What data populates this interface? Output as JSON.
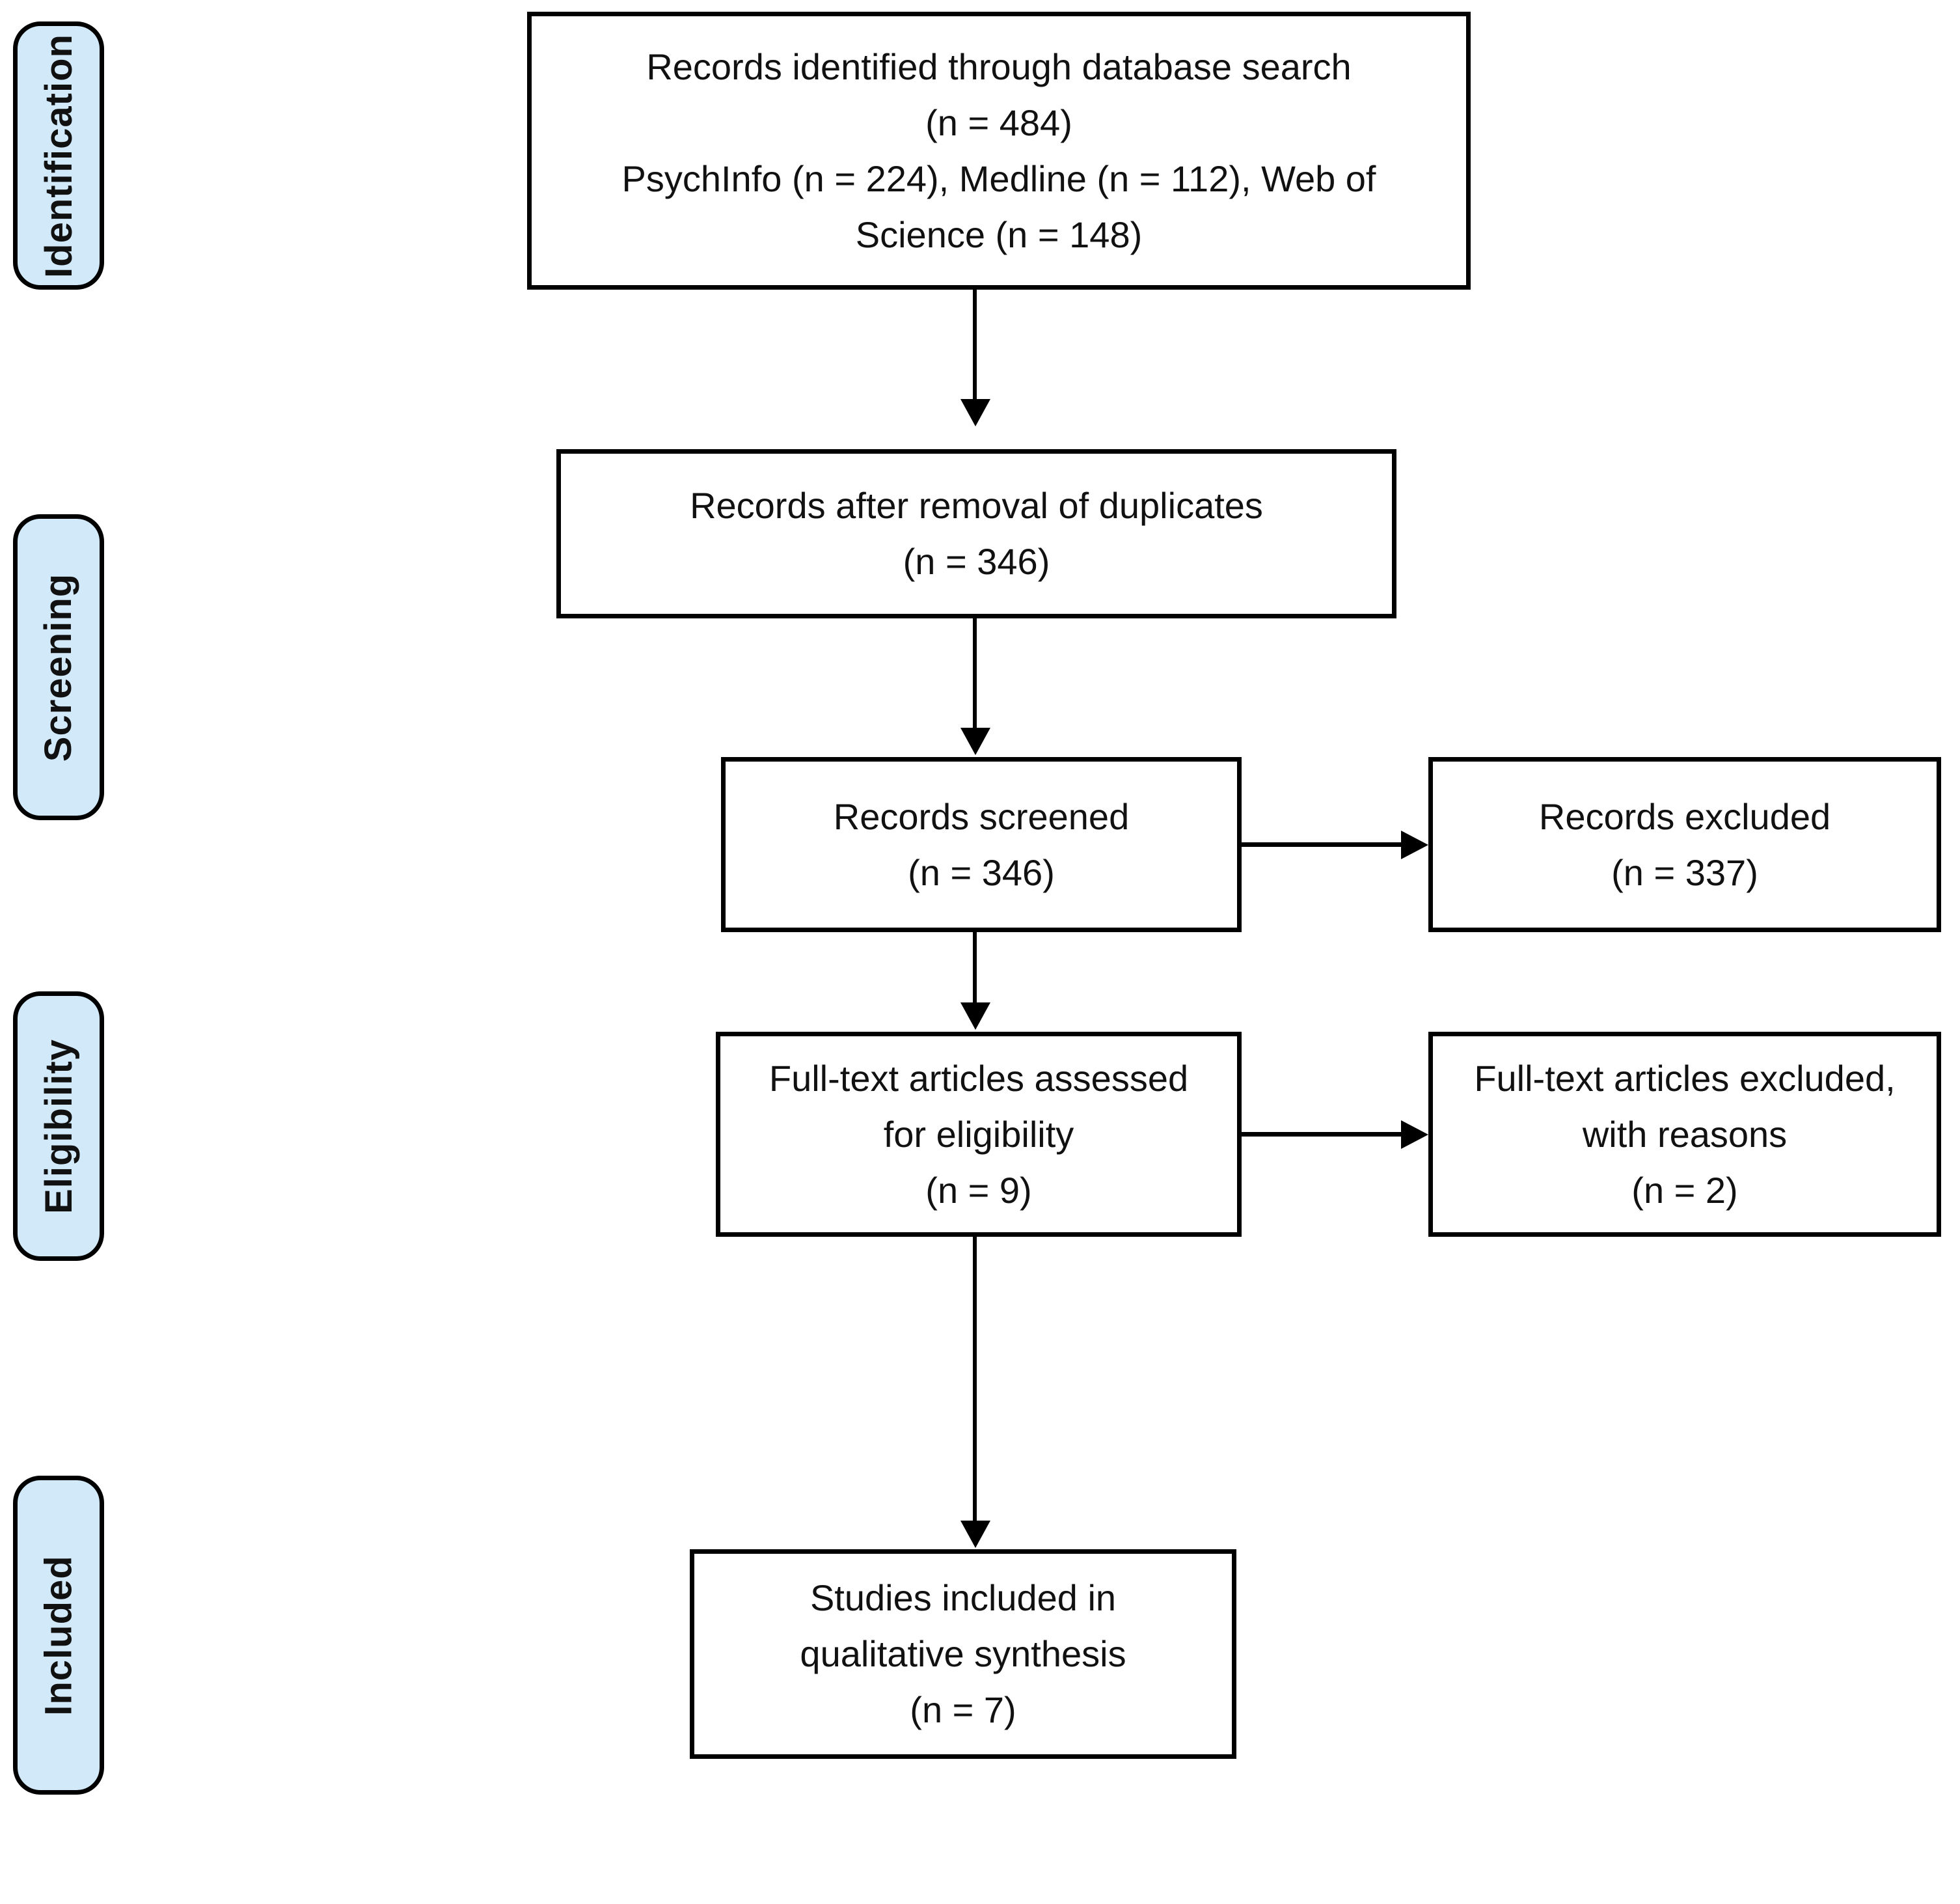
{
  "stages": [
    {
      "label": "Identification"
    },
    {
      "label": "Screening"
    },
    {
      "label": "Eligibility"
    },
    {
      "label": "Included"
    }
  ],
  "boxes": {
    "identified": {
      "lines": [
        "Records identified through database search",
        "(n = 484)",
        "PsychInfo (n = 224), Medline (n = 112), Web of",
        "Science (n = 148)"
      ]
    },
    "deduplicated": {
      "lines": [
        "Records after removal of duplicates",
        "(n = 346)"
      ]
    },
    "screened": {
      "lines": [
        "Records screened",
        "(n = 346)"
      ]
    },
    "records_excluded": {
      "lines": [
        "Records excluded",
        "(n = 337)"
      ]
    },
    "fulltext_assessed": {
      "lines": [
        "Full-text articles assessed",
        "for eligibility",
        "(n = 9)"
      ]
    },
    "fulltext_excluded": {
      "lines": [
        "Full-text articles excluded,",
        "with reasons",
        "(n = 2)"
      ]
    },
    "included_studies": {
      "lines": [
        "Studies included in",
        "qualitative synthesis",
        "(n = 7)"
      ]
    }
  },
  "counts": {
    "identified": 484,
    "psychinfo": 224,
    "medline": 112,
    "web_of_science": 148,
    "after_duplicates_removed": 346,
    "screened": 346,
    "records_excluded": 337,
    "fulltext_assessed": 9,
    "fulltext_excluded": 2,
    "included": 7
  },
  "colors": {
    "stage_fill": "#d2e9f9",
    "line": "#000000",
    "box_fill": "#ffffff"
  }
}
